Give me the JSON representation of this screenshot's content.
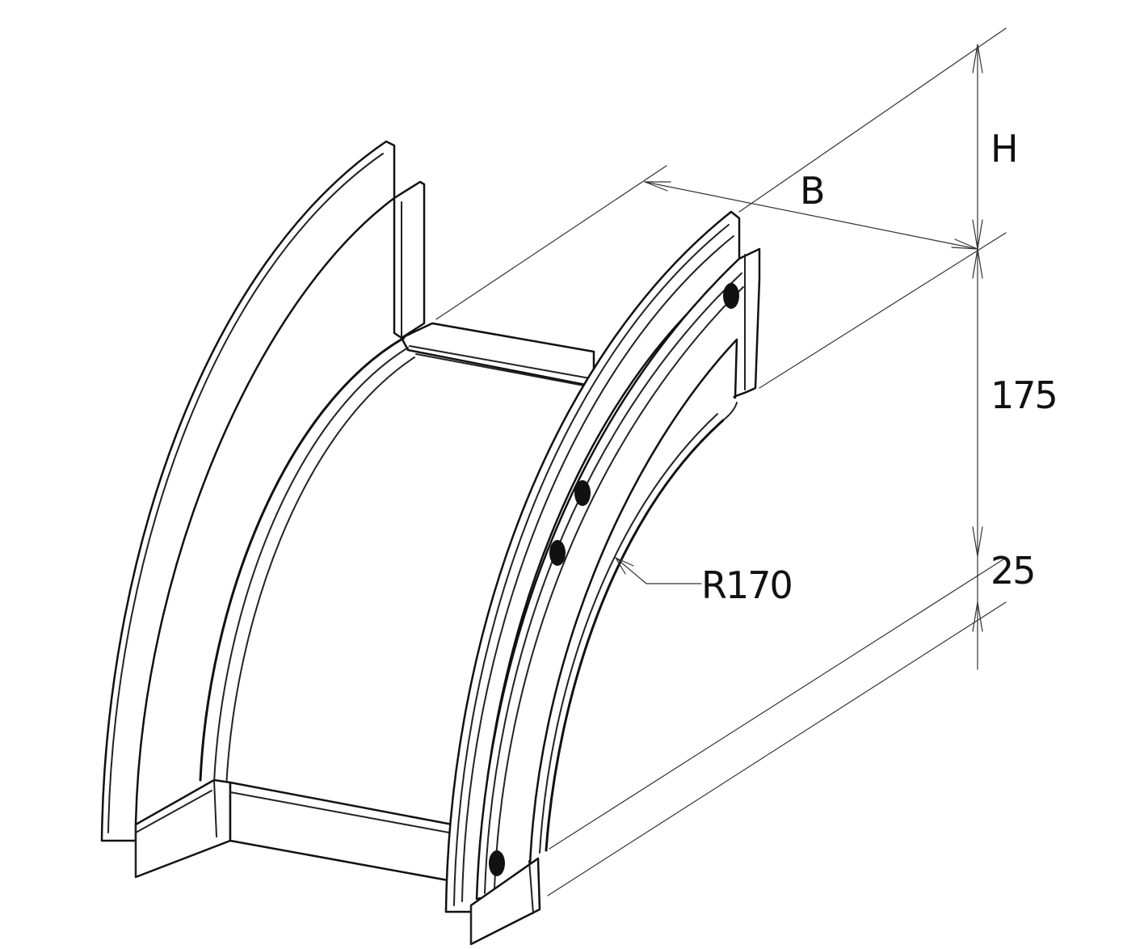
{
  "drawing": {
    "subject": "cable-tray-vertical-bend",
    "dimensions": {
      "width_label": "B",
      "height_label": "H",
      "flange_height_label": "175",
      "lip_height_label": "25",
      "radius_label": "R170"
    },
    "colors": {
      "line": "#111111",
      "background": "#ffffff"
    }
  }
}
